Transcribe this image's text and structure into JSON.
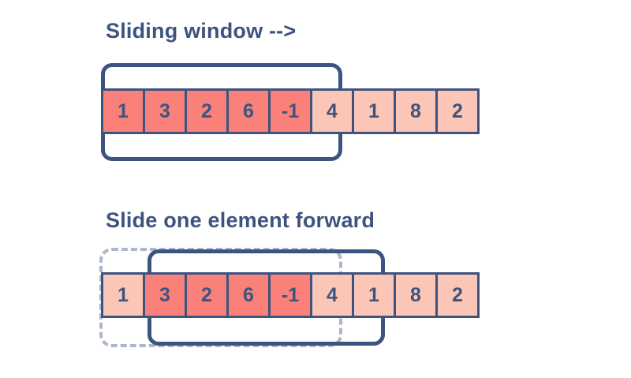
{
  "page": {
    "background_color": "#ffffff",
    "accent_highlight_color": "#f9817a",
    "accent_base_color": "#fbc6b5",
    "outline_color": "#3d5480",
    "ghost_outline_color": "#aab7cd"
  },
  "sections": [
    {
      "id": "sliding-window",
      "title": "Sliding window -->",
      "array": {
        "values": [
          "1",
          "3",
          "2",
          "6",
          "-1",
          "4",
          "1",
          "8",
          "2"
        ],
        "highlighted_indices": [
          0,
          1,
          2,
          3,
          4
        ]
      },
      "window": {
        "label": "current-window",
        "start_index": 0,
        "end_index": 4,
        "style": "solid"
      }
    },
    {
      "id": "slide-forward",
      "title": "Slide one element forward",
      "array": {
        "values": [
          "1",
          "3",
          "2",
          "6",
          "-1",
          "4",
          "1",
          "8",
          "2"
        ],
        "highlighted_indices": [
          1,
          2,
          3,
          4
        ]
      },
      "window": {
        "label": "current-window",
        "start_index": 1,
        "end_index": 5,
        "style": "solid"
      },
      "previous_window": {
        "label": "previous-window",
        "start_index": 0,
        "end_index": 4,
        "style": "dashed"
      }
    }
  ]
}
